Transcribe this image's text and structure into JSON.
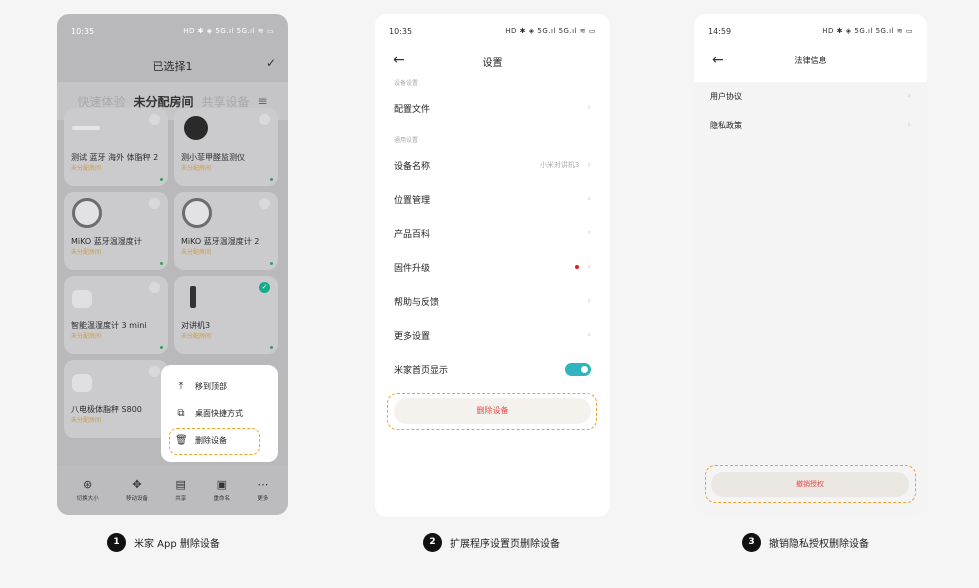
{
  "panel1": {
    "time": "10:35",
    "status_icons": "HD ✱ ◈ 5G.ıl 5G.ıl ≋ ▭",
    "title": "已选择1",
    "check": "✓",
    "tabs": {
      "left": "快速体验",
      "active": "未分配房间",
      "right": "共享设备",
      "menu": "≡"
    },
    "devices": [
      {
        "name": "测试 蓝牙 海外 体脂秤 2",
        "room": "未分配房间"
      },
      {
        "name": "测小菲甲醛监测仪",
        "room": "未分配房间"
      },
      {
        "name": "MiKO 蓝牙温湿度计",
        "room": "未分配房间"
      },
      {
        "name": "MiKO 蓝牙温湿度计 2",
        "room": "未分配房间"
      },
      {
        "name": "智能温湿度计 3 mini",
        "room": "未分配房间"
      },
      {
        "name": "对讲机3",
        "room": "未分配房间"
      },
      {
        "name": "八电极体脂秤 S800",
        "room": "未分配房间"
      }
    ],
    "popup": [
      "移到顶部",
      "桌面快捷方式",
      "删除设备"
    ],
    "bottom_bar": [
      "切换大小",
      "移动设备",
      "共享",
      "重命名",
      "更多"
    ]
  },
  "panel2": {
    "time": "10:35",
    "status_icons": "HD ✱ ◈ 5G.ıl 5G.ıl ≋ ▭",
    "title": "设置",
    "section1": "设备设置",
    "config_file": "配置文件",
    "section2": "通用设置",
    "rows": {
      "device_name": "设备名称",
      "device_name_value": "小米对讲机3",
      "location": "位置管理",
      "wiki": "产品百科",
      "firmware": "固件升级",
      "help": "帮助与反馈",
      "more": "更多设置",
      "home_display": "米家首页显示"
    },
    "delete_button": "删除设备"
  },
  "panel3": {
    "time": "14:59",
    "status_icons": "HD ✱ ◈ 5G.ıl 5G.ıl ≋ ▭",
    "title": "法律信息",
    "items": [
      "用户协议",
      "隐私政策"
    ],
    "revoke_button": "撤销授权"
  },
  "captions": [
    {
      "num": "1",
      "text": "米家 App 删除设备"
    },
    {
      "num": "2",
      "text": "扩展程序设置页删除设备"
    },
    {
      "num": "3",
      "text": "撤销隐私授权删除设备"
    }
  ],
  "colors": {
    "accent_toggle": "#2fb4c0",
    "delete_red": "#e94848",
    "highlight_dash": "#f0a228",
    "room_orange": "#d49a37"
  }
}
